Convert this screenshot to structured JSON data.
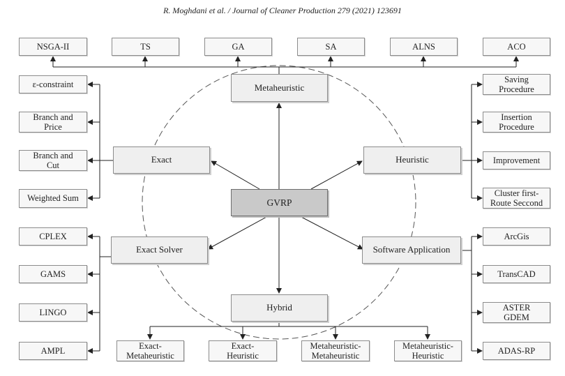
{
  "header": "R. Moghdani et al. / Journal of Cleaner Production 279 (2021) 123691",
  "center": "GVRP",
  "categories": {
    "metaheuristic": "Metaheuristic",
    "exact": "Exact",
    "heuristic": "Heuristic",
    "exact_solver": "Exact Solver",
    "software": "Software Application",
    "hybrid": "Hybrid"
  },
  "metaheuristic_methods": [
    "NSGA-II",
    "TS",
    "GA",
    "SA",
    "ALNS",
    "ACO"
  ],
  "exact_methods": [
    "ε-constraint",
    "Branch and\nPrice",
    "Branch and\nCut",
    "Weighted Sum"
  ],
  "heuristic_methods": [
    "Saving\nProcedure",
    "Insertion\nProcedure",
    "Improvement",
    "Cluster first-\nRoute Seccond"
  ],
  "solvers": [
    "CPLEX",
    "GAMS",
    "LINGO",
    "AMPL"
  ],
  "software_apps": [
    "ArcGis",
    "TransCAD",
    "ASTER\nGDEM",
    "ADAS-RP"
  ],
  "hybrid_methods": [
    "Exact-\nMetaheuristic",
    "Exact-\nHeuristic",
    "Metaheuristic-\nMetaheuristic",
    "Metaheuristic-\nHeuristic"
  ]
}
